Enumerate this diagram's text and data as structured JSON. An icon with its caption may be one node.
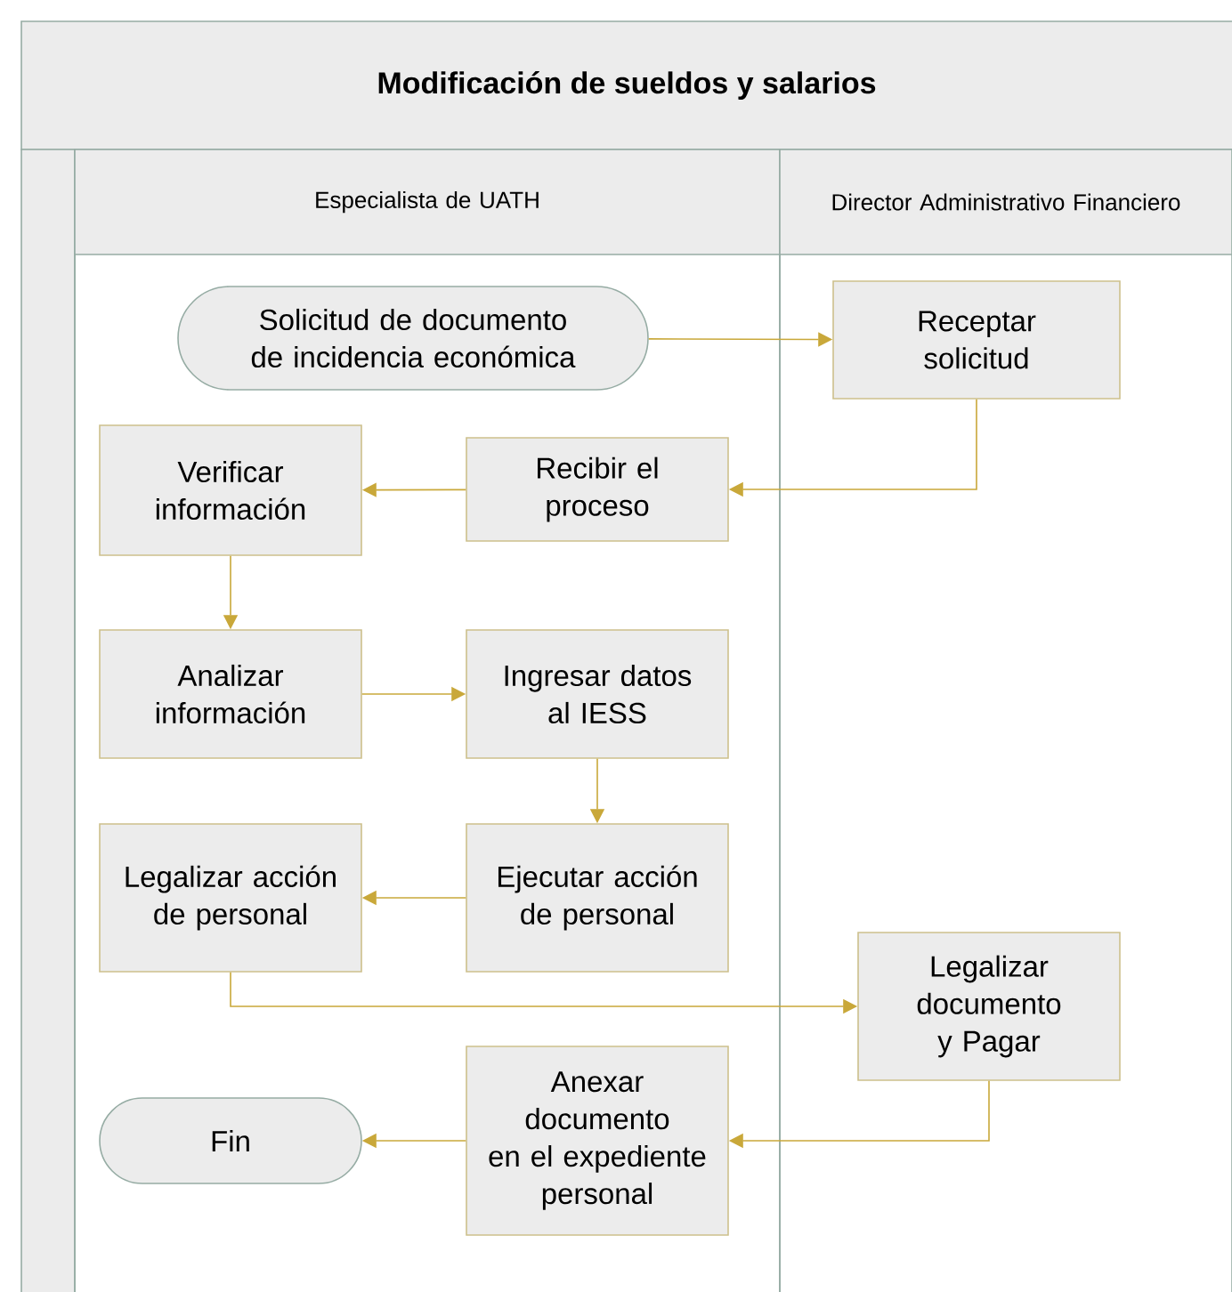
{
  "diagram": {
    "title": "Modificación de sueldos y salarios",
    "nodes": [
      {
        "text": [
          "Especialista de UATH"
        ]
      },
      {
        "text": [
          "Director Administrativo Financiero"
        ]
      },
      {
        "text": [
          "Solicitud de documento de incidencia económica"
        ],
        "in": 0
      },
      {
        "text": [
          "Receptar solicitud"
        ],
        "in": 1
      },
      {
        "text": [
          "Recibir el proceso"
        ],
        "in": 0
      },
      {
        "text": [
          "Verificar información"
        ],
        "in": 0
      },
      {
        "text": [
          "Analizar información"
        ],
        "in": 0
      },
      {
        "text": [
          "Ingresar datos al IESS"
        ],
        "in": 0
      },
      {
        "text": [
          "Ejecutar acción de personal"
        ],
        "in": 0
      },
      {
        "text": [
          "Legalizar acción de personal"
        ],
        "in": 0
      },
      {
        "text": [
          "Legalizar documento y Pagar"
        ],
        "in": 1
      },
      {
        "text": [
          "Anexar documento en el expediente personal"
        ],
        "in": 0
      },
      {
        "text": [
          "Fin"
        ],
        "in": 0
      }
    ],
    "edges": [
      {
        "from": 2,
        "to": 3,
        "arrow": "to"
      },
      {
        "from": 3,
        "to": 4,
        "arrow": "to"
      },
      {
        "from": 4,
        "to": 5,
        "arrow": "to"
      },
      {
        "from": 5,
        "to": 6,
        "arrow": "to"
      },
      {
        "from": 6,
        "to": 7,
        "arrow": "to"
      },
      {
        "from": 7,
        "to": 8,
        "arrow": "to"
      },
      {
        "from": 8,
        "to": 9,
        "arrow": "to"
      },
      {
        "from": 9,
        "to": 10,
        "arrow": "to"
      },
      {
        "from": 10,
        "to": 11,
        "arrow": "to"
      },
      {
        "from": 11,
        "to": 12,
        "arrow": "to"
      }
    ]
  }
}
